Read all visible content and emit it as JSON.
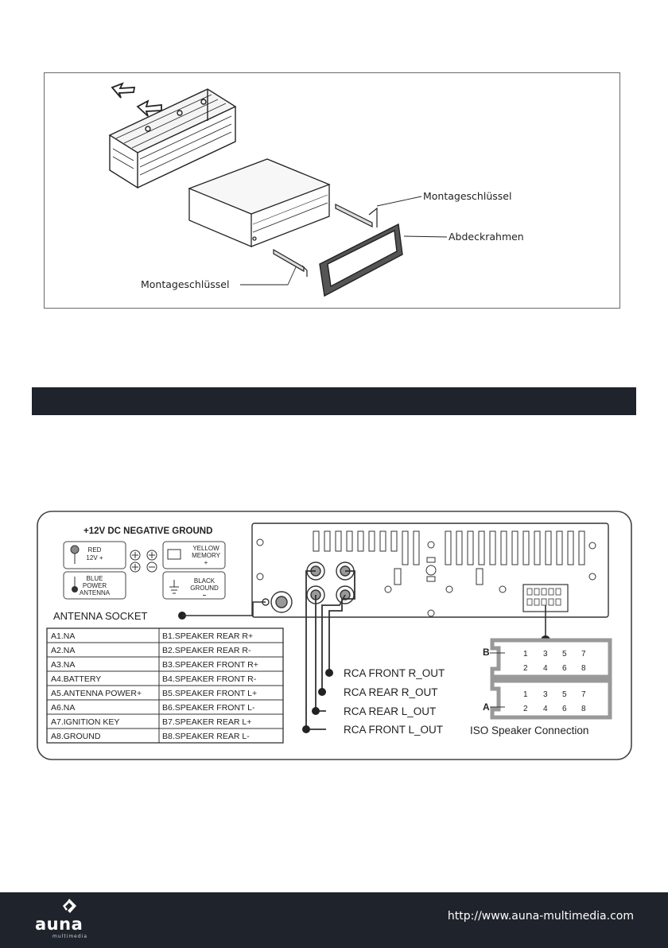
{
  "installation_figure": {
    "label_key_top": "Montageschlüssel",
    "label_frame": "Abdeckrahmen",
    "label_key_bottom": "Montageschlüssel"
  },
  "wiring_diagram": {
    "heading": "+12V DC NEGATIVE GROUND",
    "red_wire": [
      "RED",
      "12V +"
    ],
    "yellow_wire": [
      "YELLOW",
      "MEMORY",
      "+"
    ],
    "blue_wire": [
      "BLUE",
      "POWER",
      "ANTENNA"
    ],
    "black_wire": [
      "BLACK",
      "GROUND",
      "–"
    ],
    "antenna_socket": "ANTENNA SOCKET",
    "pin_table": [
      [
        "A1.NA",
        "B1.SPEAKER REAR R+"
      ],
      [
        "A2.NA",
        "B2.SPEAKER REAR R-"
      ],
      [
        "A3.NA",
        "B3.SPEAKER FRONT R+"
      ],
      [
        "A4.BATTERY",
        "B4.SPEAKER FRONT R-"
      ],
      [
        "A5.ANTENNA POWER+",
        "B5.SPEAKER FRONT L+"
      ],
      [
        "A6.NA",
        "B6.SPEAKER FRONT L-"
      ],
      [
        "A7.IGNITION KEY",
        "B7.SPEAKER REAR L+"
      ],
      [
        "A8.GROUND",
        "B8.SPEAKER REAR L-"
      ]
    ],
    "rca_labels": [
      "RCA FRONT R_OUT",
      "RCA REAR R_OUT",
      "RCA REAR L_OUT",
      "RCA FRONT L_OUT"
    ],
    "iso_connector_b": {
      "label": "B",
      "top": [
        "1",
        "3",
        "5",
        "7"
      ],
      "bottom": [
        "2",
        "4",
        "6",
        "8"
      ]
    },
    "iso_connector_a": {
      "label": "A",
      "top": [
        "1",
        "3",
        "5",
        "7"
      ],
      "bottom": [
        "2",
        "4",
        "6",
        "8"
      ]
    },
    "iso_caption": "ISO Speaker Connection"
  },
  "footer": {
    "brand": "auna",
    "brand_sub": "multimedia",
    "url": "http://www.auna-multimedia.com"
  }
}
